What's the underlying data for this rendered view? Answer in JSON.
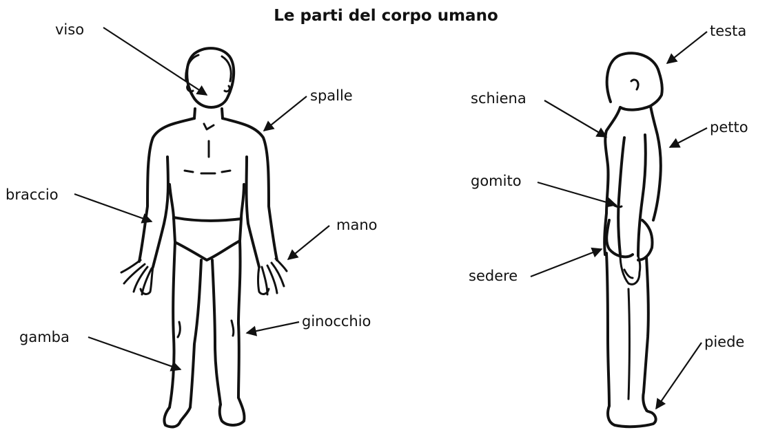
{
  "title": "Le parti del corpo umano",
  "labels": {
    "viso": "viso",
    "spalle": "spalle",
    "braccio": "braccio",
    "mano": "mano",
    "gamba": "gamba",
    "ginocchio": "ginocchio",
    "testa": "testa",
    "schiena": "schiena",
    "petto": "petto",
    "gomito": "gomito",
    "sedere": "sedere",
    "piede": "piede"
  },
  "colors": {
    "ink": "#111111",
    "background": "#ffffff"
  }
}
